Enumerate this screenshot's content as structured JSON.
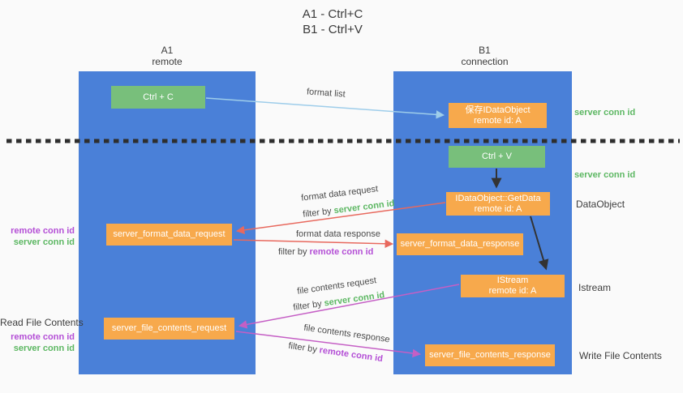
{
  "title": {
    "line1": "A1 - Ctrl+C",
    "line2": "B1 - Ctrl+V"
  },
  "columns": {
    "a1": {
      "name": "A1",
      "role": "remote"
    },
    "b1": {
      "name": "B1",
      "role": "connection"
    }
  },
  "nodes": {
    "ctrl_c": {
      "label": "Ctrl + C"
    },
    "save_idataobject": {
      "line1": "保存IDataObject",
      "line2": "remote id: A"
    },
    "ctrl_v": {
      "label": "Ctrl + V"
    },
    "getdata": {
      "line1": "IDataObject::GetData",
      "line2": "remote id: A"
    },
    "format_request": {
      "label": "server_format_data_request"
    },
    "format_response": {
      "label": "server_format_data_response"
    },
    "istream": {
      "line1": "IStream",
      "line2": "remote id: A"
    },
    "file_request": {
      "label": "server_file_contents_request"
    },
    "file_response": {
      "label": "server_file_contents_response"
    }
  },
  "right_labels": {
    "server_conn_id_1": "server conn id",
    "server_conn_id_2": "server conn id",
    "dataobject": "DataObject",
    "istream": "Istream",
    "write_file_contents": "Write File Contents"
  },
  "left_labels": {
    "remote_conn_id_1": "remote conn id",
    "server_conn_id_1": "server conn id",
    "read_file_contents": "Read File Contents",
    "remote_conn_id_2": "remote conn id",
    "server_conn_id_2": "server conn id"
  },
  "arrow_labels": {
    "format_list": "format list",
    "format_data_request": "format data request",
    "filter_request_1": {
      "prefix": "filter by ",
      "value": "server conn id"
    },
    "format_data_response": "format data response",
    "filter_response_1": {
      "prefix": "filter by ",
      "value": "remote conn id"
    },
    "file_contents_request": "file contents request",
    "filter_request_2": {
      "prefix": "filter by ",
      "value": "server conn id"
    },
    "file_contents_response": "file contents response",
    "filter_response_2": {
      "prefix": "filter by ",
      "value": "remote conn id"
    }
  },
  "colors": {
    "column_blue": "#4a80d8",
    "node_green": "#78bf7b",
    "node_orange": "#f7a94c",
    "arrow_lightblue": "#9ecdea",
    "arrow_red": "#e8695e",
    "arrow_magenta": "#c55fc5",
    "arrow_black": "#333333",
    "text_green": "#5cb762",
    "text_purple": "#b44fd6",
    "text_dark": "#3d3d3d"
  }
}
